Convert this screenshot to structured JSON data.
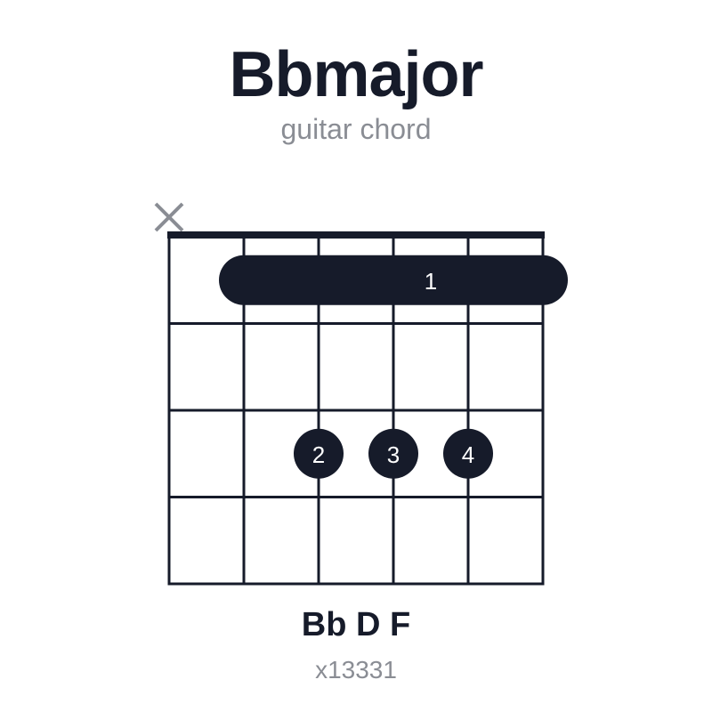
{
  "chord": {
    "name": "Bbmajor",
    "subtitle": "guitar chord",
    "notes": "Bb D F",
    "fingering": "x13331"
  },
  "diagram": {
    "strings": 6,
    "frets": 4,
    "muted_strings": [
      1
    ],
    "barre": {
      "fret": 1,
      "from_string": 2,
      "to_string": 6,
      "finger": "1"
    },
    "dots": [
      {
        "string": 3,
        "fret": 3,
        "finger": "2"
      },
      {
        "string": 4,
        "fret": 3,
        "finger": "3"
      },
      {
        "string": 5,
        "fret": 3,
        "finger": "4"
      }
    ],
    "muted_symbol": "×",
    "colors": {
      "ink": "#161b2a",
      "muted": "#8a8d94",
      "grid": "#161b2a",
      "label": "#ffffff"
    }
  }
}
